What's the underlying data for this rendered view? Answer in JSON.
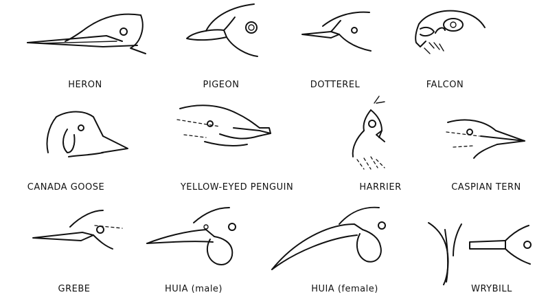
{
  "colors": {
    "ink": "#111111",
    "background": "#ffffff"
  },
  "labels": {
    "heron": "HERON",
    "pigeon": "PIGEON",
    "dotterel": "DOTTEREL",
    "falcon": "FALCON",
    "canada_goose": "CANADA GOOSE",
    "yellow_eyed_penguin": "YELLOW-EYED PENGUIN",
    "harrier": "HARRIER",
    "caspian_tern": "CASPIAN TERN",
    "grebe": "GREBE",
    "huia_male": "HUIA (male)",
    "huia_female": "HUIA (female)",
    "wrybill": "WRYBILL"
  }
}
